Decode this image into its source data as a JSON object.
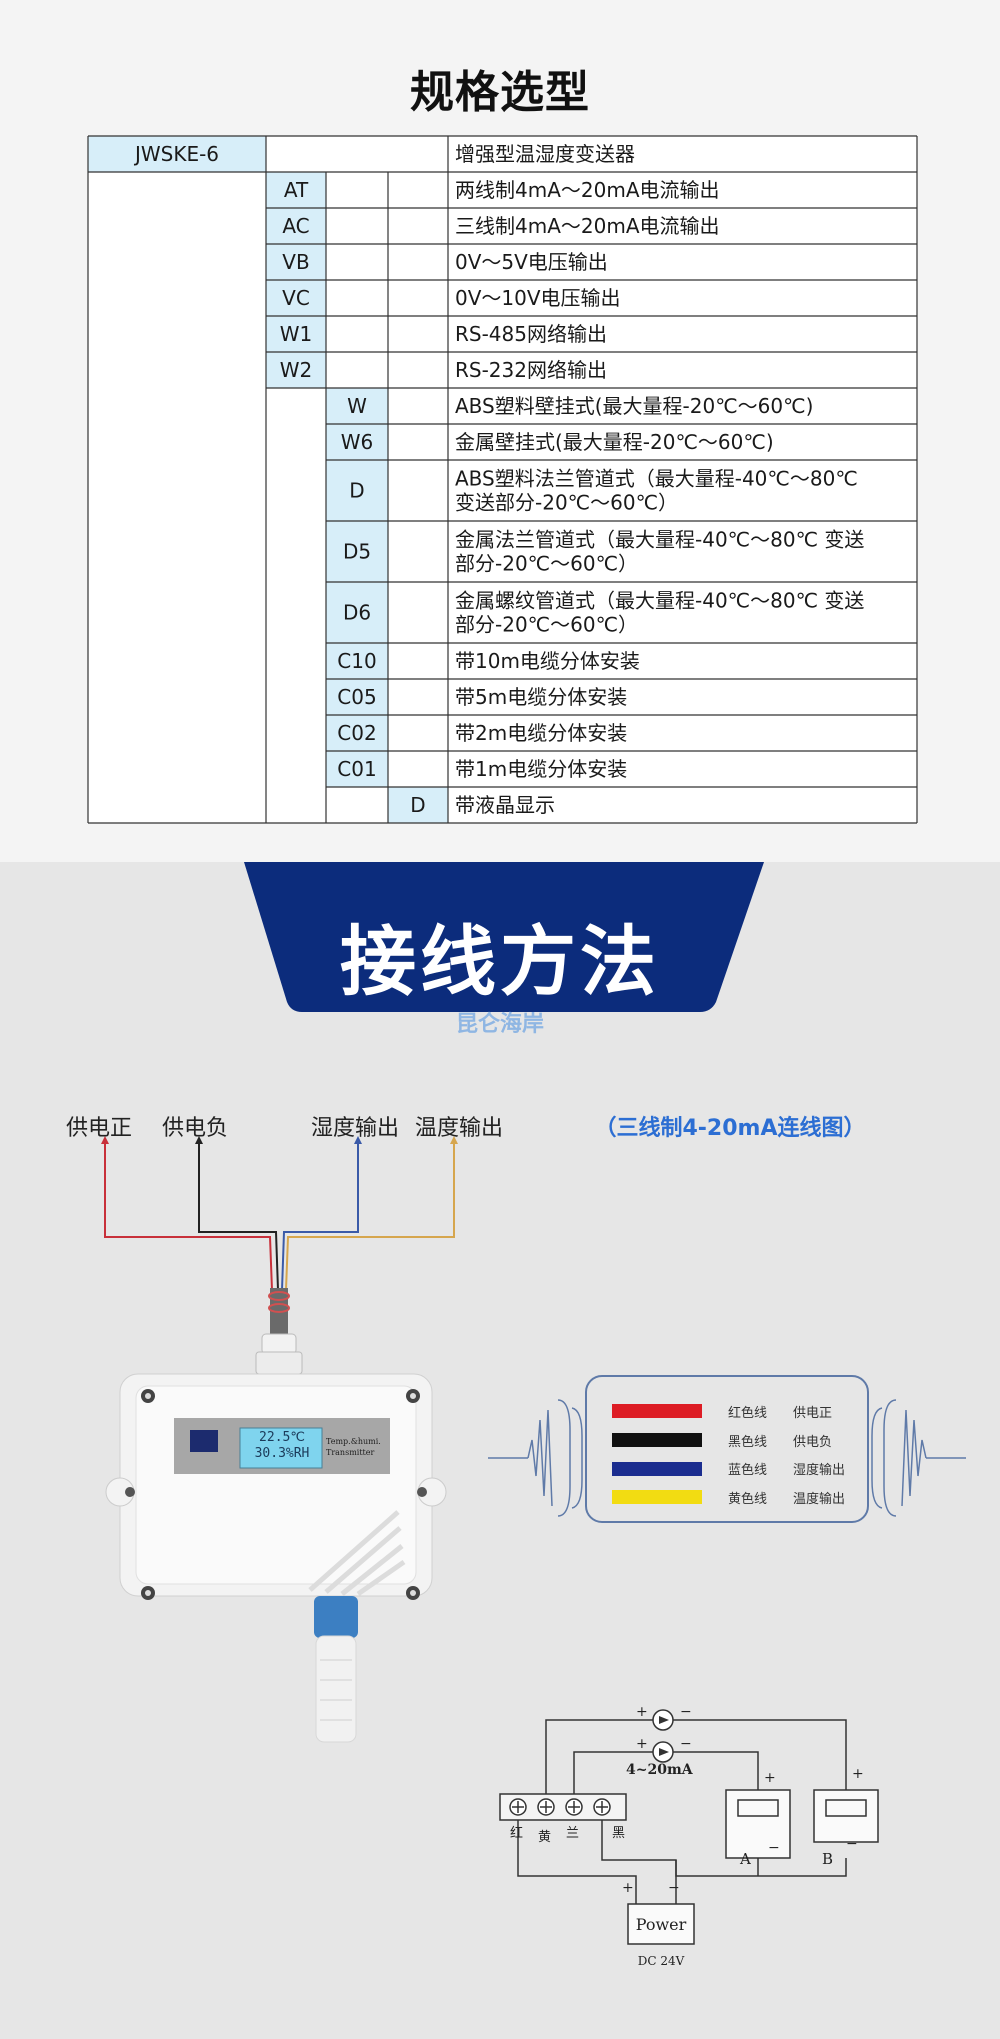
{
  "spec": {
    "title": "规格选型",
    "rows": [
      {
        "c1": "JWSKE-6",
        "c2": "",
        "c3": "",
        "c4": "",
        "desc": "增强型温湿度变送器"
      },
      {
        "c1": "",
        "c2": "AT",
        "c3": "",
        "c4": "",
        "desc": "两线制4mA～20mA电流输出"
      },
      {
        "c1": "",
        "c2": "AC",
        "c3": "",
        "c4": "",
        "desc": "三线制4mA～20mA电流输出"
      },
      {
        "c1": "",
        "c2": "VB",
        "c3": "",
        "c4": "",
        "desc": "0V～5V电压输出"
      },
      {
        "c1": "",
        "c2": "VC",
        "c3": "",
        "c4": "",
        "desc": "0V～10V电压输出"
      },
      {
        "c1": "",
        "c2": "W1",
        "c3": "",
        "c4": "",
        "desc": "RS-485网络输出"
      },
      {
        "c1": "",
        "c2": "W2",
        "c3": "",
        "c4": "",
        "desc": "RS-232网络输出"
      },
      {
        "c1": "",
        "c2": "",
        "c3": "W",
        "c4": "",
        "desc": "ABS塑料壁挂式(最大量程-20℃～60℃)"
      },
      {
        "c1": "",
        "c2": "",
        "c3": "W6",
        "c4": "",
        "desc": "金属壁挂式(最大量程-20℃～60℃)"
      },
      {
        "c1": "",
        "c2": "",
        "c3": "D",
        "c4": "",
        "desc": "ABS塑料法兰管道式（最大量程-40℃～80℃ 变送部分-20℃～60℃）",
        "desc_lines": [
          "ABS塑料法兰管道式（最大量程-40℃～80℃",
          "变送部分-20℃～60℃）"
        ]
      },
      {
        "c1": "",
        "c2": "",
        "c3": "D5",
        "c4": "",
        "desc": "金属法兰管道式（最大量程-40℃～80℃ 变送部分-20℃～60℃）",
        "desc_lines": [
          "金属法兰管道式（最大量程-40℃～80℃ 变送",
          "部分-20℃～60℃）"
        ]
      },
      {
        "c1": "",
        "c2": "",
        "c3": "D6",
        "c4": "",
        "desc": "金属螺纹管道式（最大量程-40℃～80℃ 变送部分-20℃～60℃）",
        "desc_lines": [
          "金属螺纹管道式（最大量程-40℃～80℃ 变送",
          "部分-20℃～60℃）"
        ]
      },
      {
        "c1": "",
        "c2": "",
        "c3": "C10",
        "c4": "",
        "desc": "带10m电缆分体安装"
      },
      {
        "c1": "",
        "c2": "",
        "c3": "C05",
        "c4": "",
        "desc": "带5m电缆分体安装"
      },
      {
        "c1": "",
        "c2": "",
        "c3": "C02",
        "c4": "",
        "desc": "带2m电缆分体安装"
      },
      {
        "c1": "",
        "c2": "",
        "c3": "C01",
        "c4": "",
        "desc": "带1m电缆分体安装"
      },
      {
        "c1": "",
        "c2": "",
        "c3": "",
        "c4": "D",
        "desc": "带液晶显示"
      }
    ]
  },
  "wiring": {
    "title": "接线方法",
    "watermark": "昆仑海岸",
    "labels": {
      "power_pos": "供电正",
      "power_neg": "供电负",
      "humidity_out": "湿度输出",
      "temp_out": "温度输出"
    },
    "device": {
      "display_line1": "22.5℃",
      "display_line2": "30.3%RH",
      "name_line1": "Temp.&humi.",
      "name_line2": "Transmitter"
    },
    "cable_legend": [
      {
        "color_name": "红色线",
        "meaning": "供电正",
        "color": "#dd1c24"
      },
      {
        "color_name": "黑色线",
        "meaning": "供电负",
        "color": "#111111"
      },
      {
        "color_name": "蓝色线",
        "meaning": "湿度输出",
        "color": "#1b2d8f"
      },
      {
        "color_name": "黄色线",
        "meaning": "温度输出",
        "color": "#f2dc12"
      }
    ],
    "circuit": {
      "current_label": "4~20mA",
      "terminals": [
        "红",
        "黄",
        "兰",
        "黑"
      ],
      "meter_a": "A",
      "meter_b": "B",
      "power": "Power",
      "supply": "DC 24V",
      "plus": "+",
      "minus": "−",
      "caption": "（三线制4-20mA连线图）"
    }
  }
}
